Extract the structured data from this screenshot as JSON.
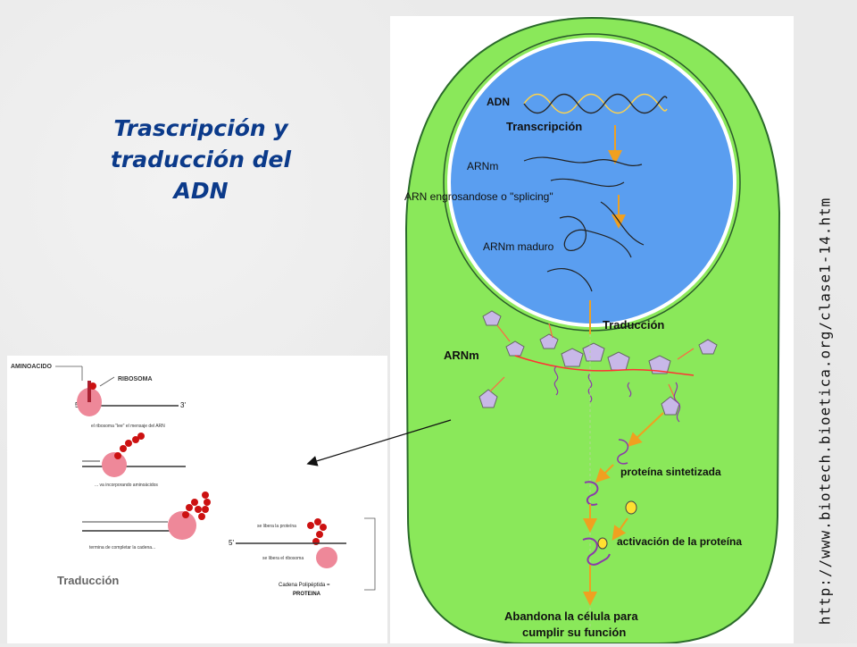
{
  "title": {
    "line1": "Trascripción y",
    "line2": "traducción del",
    "line3": "ADN"
  },
  "cell_labels": {
    "adn": "ADN",
    "transcripcion": "Transcripción",
    "arnm_nucleus": "ARNm",
    "splicing": "ARN engrosandose o \"splicing\"",
    "arnm_maduro": "ARNm maduro",
    "traduccion": "Traducción",
    "arnm_cyto": "ARNm",
    "proteina_sintetizada": "proteína sintetizada",
    "activacion": "activación de la proteína",
    "abandona_1": "Abandona la célula para",
    "abandona_2": "cumplir su función"
  },
  "translation_labels": {
    "aminoacido": "AMINOACIDO",
    "ribosoma": "RIBOSOMA",
    "five_prime": "5'",
    "three_prime": "3'",
    "step1": "el ribosoma \"lee\" el mensaje del ARN",
    "step2": "... va incorporando aminoácidos",
    "step3": "termina de completar la cadena...",
    "libera_proteina": "se libera la proteína",
    "libera_ribosoma": "se libera el ribosoma",
    "five_prime_b": "5'",
    "cadena_1": "Cadena Polipéptida =",
    "cadena_2": "PROTEINA",
    "traduccion": "Traducción"
  },
  "source_url": "http://www.biotech.bioetica.org/clase1-14.htm",
  "colors": {
    "title": "#0b3a8a",
    "cytoplasm": "#8ae85a",
    "nucleus": "#5a9ef0",
    "arrow": "#f0a020",
    "ribosome": "#ee8899",
    "amino": "#cc1111"
  }
}
